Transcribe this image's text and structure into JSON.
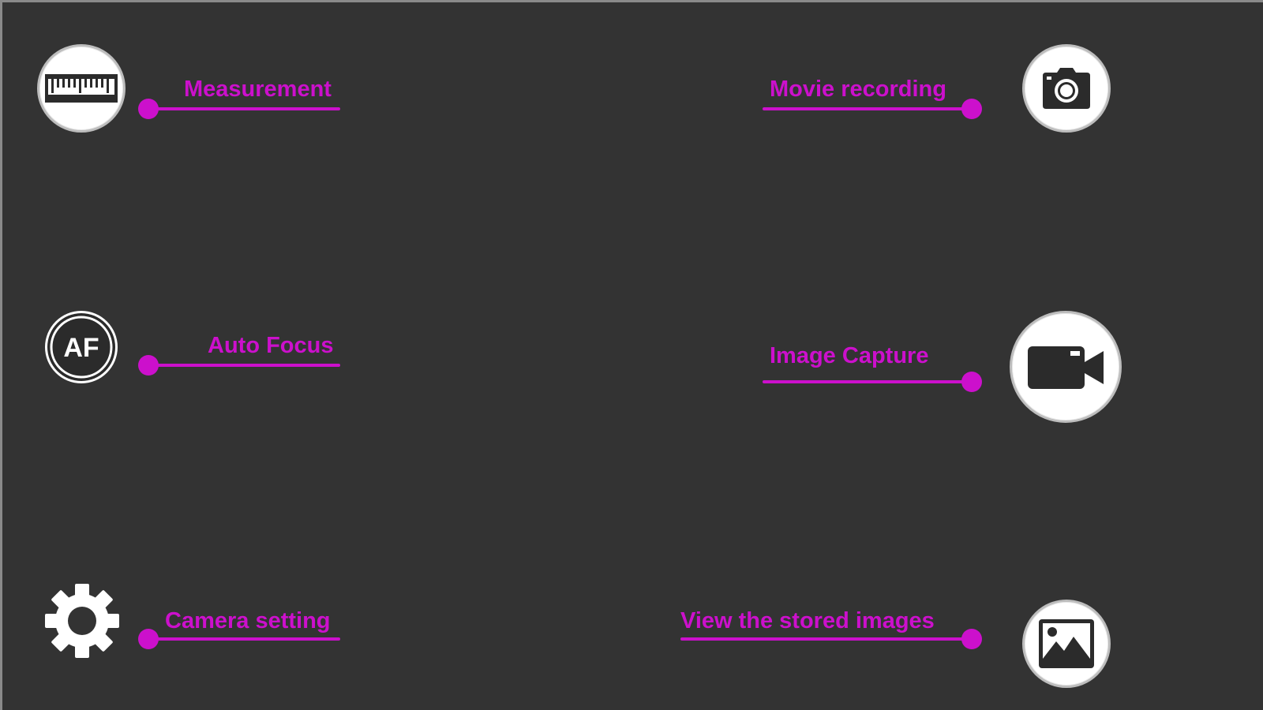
{
  "theme": {
    "background": "#333333",
    "accent": "#cc10cc",
    "icon_fill": "#ffffff",
    "icon_glyph": "#2b2b2b"
  },
  "left_controls": [
    {
      "label": "Measurement",
      "icon": "ruler-icon"
    },
    {
      "label": "Auto Focus",
      "icon": "af-icon",
      "icon_text": "AF"
    },
    {
      "label": "Camera setting",
      "icon": "gear-icon"
    }
  ],
  "right_controls": [
    {
      "label": "Movie recording",
      "icon": "camera-icon"
    },
    {
      "label": "Image Capture",
      "icon": "video-camera-icon"
    },
    {
      "label": "View the stored images",
      "icon": "image-gallery-icon"
    }
  ]
}
